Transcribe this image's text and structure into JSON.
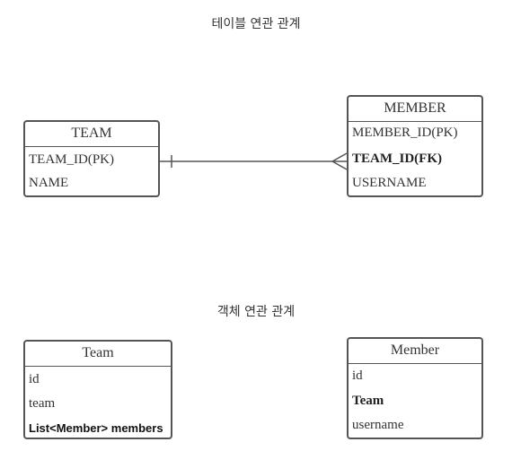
{
  "table_section": {
    "title": "테이블 연관 관계",
    "team_table": {
      "name": "TEAM",
      "fields": [
        "TEAM_ID(PK)",
        "NAME"
      ]
    },
    "member_table": {
      "name": "MEMBER",
      "fields": [
        "MEMBER_ID(PK)",
        "TEAM_ID(FK)",
        "USERNAME"
      ]
    }
  },
  "object_section": {
    "title": "객체 연관 관계",
    "team_class": {
      "name": "Team",
      "fields": [
        "id",
        "team",
        "List<Member> members"
      ]
    },
    "member_class": {
      "name": "Member",
      "fields": [
        "id",
        "Team",
        "username"
      ]
    }
  },
  "colors": {
    "border": "#555555",
    "text": "#333333"
  }
}
